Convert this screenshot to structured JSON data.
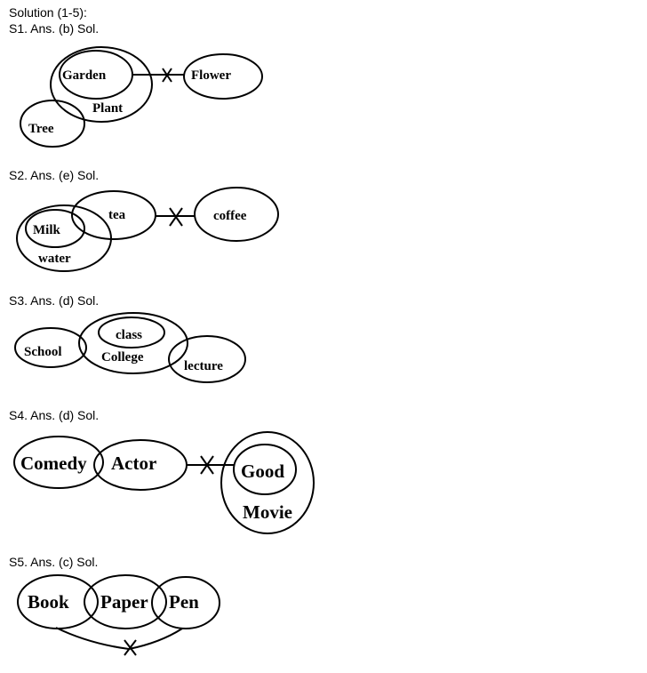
{
  "heading": "Solution (1-5):",
  "solutions": [
    {
      "answer": "S1. Ans. (b) Sol.",
      "labels": [
        "Garden",
        "Flower",
        "Plant",
        "Tree"
      ]
    },
    {
      "answer": "S2. Ans. (e) Sol.",
      "labels": [
        "tea",
        "coffee",
        "Milk",
        "water"
      ]
    },
    {
      "answer": "S3. Ans. (d) Sol.",
      "labels": [
        "class",
        "School",
        "College",
        "lecture"
      ]
    },
    {
      "answer": "S4. Ans. (d) Sol.",
      "labels": [
        "Comedy",
        "Actor",
        "Good",
        "Movie"
      ]
    },
    {
      "answer": "S5. Ans. (c) Sol.",
      "labels": [
        "Book",
        "Paper",
        "Pen"
      ]
    }
  ],
  "colors": {
    "ink": "#000000",
    "background": "#ffffff"
  }
}
